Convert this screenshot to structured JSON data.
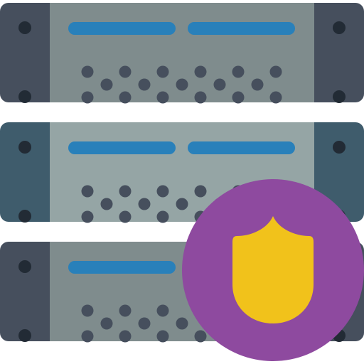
{
  "icon": {
    "name": "secure-server-icon",
    "units": [
      {
        "name": "server-unit-top",
        "side_color": "#464F5D",
        "face_color": "#7F8C8D",
        "slot_color": "#2980BA",
        "vent_color": "#464F5D",
        "screw_color": "#222B35"
      },
      {
        "name": "server-unit-middle",
        "side_color": "#3F5C6C",
        "face_color": "#95A5A5",
        "slot_color": "#2980BA",
        "vent_color": "#464F5D",
        "screw_color": "#222B35"
      },
      {
        "name": "server-unit-bottom",
        "side_color": "#464F5D",
        "face_color": "#7F8C8D",
        "slot_color": "#2980BA",
        "vent_color": "#464F5D",
        "screw_color": "#222B35"
      }
    ],
    "badge": {
      "name": "shield-badge-icon",
      "circle_color": "#8E4A9F",
      "shield_color": "#F1C21B"
    }
  }
}
